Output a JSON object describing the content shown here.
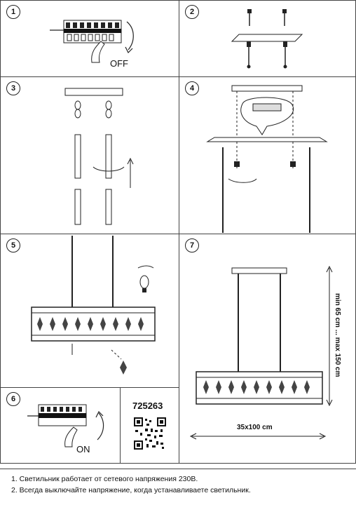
{
  "steps": [
    {
      "number": "1"
    },
    {
      "number": "2"
    },
    {
      "number": "3"
    },
    {
      "number": "4"
    },
    {
      "number": "5"
    },
    {
      "number": "6"
    },
    {
      "number": "7"
    }
  ],
  "step1": {
    "label": "OFF"
  },
  "step6": {
    "label": "ON"
  },
  "product": {
    "code": "725263"
  },
  "dimensions": {
    "height": "min 65 cm ... max 150 cm",
    "width": "35x100 cm"
  },
  "notes": [
    "1. Светильник работает от сетевого напряжения 230В.",
    "2. Всегда выключайте напряжение, когда устанавливаете светильник."
  ]
}
